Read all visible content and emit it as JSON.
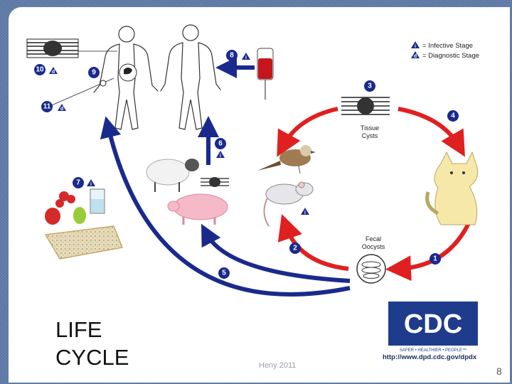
{
  "slide": {
    "title_line1": "LIFE",
    "title_line2": "CYCLE",
    "credit": "Heny 2011",
    "page_number": "8"
  },
  "legend": {
    "infective": {
      "symbol": "i",
      "label": "= Infective Stage"
    },
    "diagnostic": {
      "symbol": "d",
      "label": "= Diagnostic Stage"
    }
  },
  "labels": {
    "tissue_cysts_1": "Tissue",
    "tissue_cysts_2": "Cysts",
    "fecal_oocysts_1": "Fecal",
    "fecal_oocysts_2": "Oocysts"
  },
  "stages": [
    "1",
    "2",
    "3",
    "4",
    "5",
    "6",
    "7",
    "8",
    "9",
    "10",
    "11"
  ],
  "markers": {
    "infective": "i",
    "diagnostic": "d"
  },
  "cdc": {
    "logo": "CDC",
    "tagline": "SAFER • HEALTHIER • PEOPLE™",
    "url": "http://www.dpd.cdc.gov/dpdx"
  },
  "colors": {
    "background": "#5f7ba8",
    "arrow_red": "#e02020",
    "arrow_blue": "#1a2a8c",
    "badge": "#1a2a8c",
    "cdc_blue": "#1f3c8c"
  }
}
